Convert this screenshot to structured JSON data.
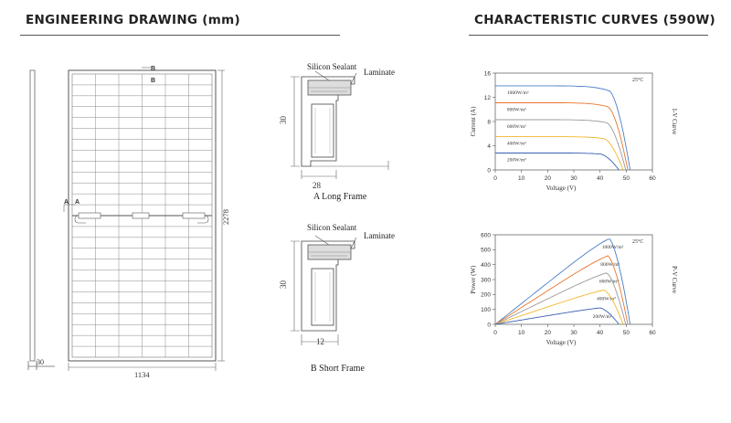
{
  "headers": {
    "left": "ENGINEERING DRAWING (mm)",
    "right": "CHARACTERISTIC CURVES (590W)"
  },
  "drawing": {
    "dim_width": "1134",
    "dim_height": "2278",
    "dim_thickness": "30",
    "mark_b": "B",
    "mark_a": "A"
  },
  "long_frame": {
    "title": "A Long Frame",
    "label_sealant": "Silicon Sealant",
    "label_laminate": "Laminate",
    "dim_height": "30",
    "dim_width": "28"
  },
  "short_frame": {
    "title": "B Short Frame",
    "label_sealant": "Silicon Sealant",
    "label_laminate": "Laminate",
    "dim_height": "30",
    "dim_width": "12"
  },
  "colors": [
    "#4a7fc4",
    "#e8742c",
    "#9a9a9a",
    "#f0b62a",
    "#3a5fb0"
  ],
  "chart_data": [
    {
      "type": "line",
      "name": "I-V Curve",
      "xlabel": "Voltage (V)",
      "ylabel": "Current (A)",
      "xlim": [
        0,
        60
      ],
      "ylim": [
        0,
        16
      ],
      "xticks": [
        0,
        10,
        20,
        30,
        40,
        50,
        60
      ],
      "yticks": [
        0,
        4,
        8,
        12,
        16
      ],
      "annotation": "25°C",
      "series": [
        {
          "name": "1000W/m²",
          "isc": 13.9,
          "vmp": 43.5,
          "voc": 51.5
        },
        {
          "name": "800W/m²",
          "isc": 11.1,
          "vmp": 43.0,
          "voc": 50.6
        },
        {
          "name": "600W/m²",
          "isc": 8.3,
          "vmp": 42.5,
          "voc": 49.8
        },
        {
          "name": "400W/m²",
          "isc": 5.5,
          "vmp": 41.5,
          "voc": 48.8
        },
        {
          "name": "200W/m²",
          "isc": 2.8,
          "vmp": 40.0,
          "voc": 47.2
        }
      ]
    },
    {
      "type": "line",
      "name": "P-V Curve",
      "xlabel": "Voltage (V)",
      "ylabel": "Power (W)",
      "xlim": [
        0,
        60
      ],
      "ylim": [
        0,
        600
      ],
      "xticks": [
        0,
        10,
        20,
        30,
        40,
        50,
        60
      ],
      "yticks": [
        0,
        100,
        200,
        300,
        400,
        500,
        600
      ],
      "annotation": "25°C",
      "series": [
        {
          "name": "1000W/m²",
          "pmax": 575,
          "vmp": 43.5,
          "voc": 51.5
        },
        {
          "name": "800W/m²",
          "pmax": 460,
          "vmp": 43.0,
          "voc": 50.6
        },
        {
          "name": "600W/m²",
          "pmax": 345,
          "vmp": 42.5,
          "voc": 49.8
        },
        {
          "name": "400W/m²",
          "pmax": 230,
          "vmp": 41.5,
          "voc": 48.8
        },
        {
          "name": "200W/m²",
          "pmax": 110,
          "vmp": 40.0,
          "voc": 47.2
        }
      ]
    }
  ]
}
